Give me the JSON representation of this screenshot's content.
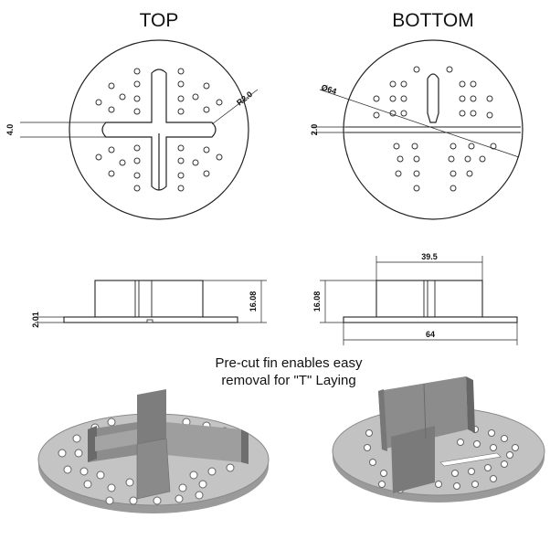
{
  "labels": {
    "top": "TOP",
    "bottom": "BOTTOM",
    "caption_line1": "Pre-cut fin enables easy",
    "caption_line2": "removal for \"T\" Laying"
  },
  "dimensions": {
    "top_radius": "R2.0",
    "top_thickness": "4.0",
    "bottom_diameter": "Ø64",
    "bottom_thickness": "2.0",
    "side_base": "2.01",
    "side_height_left": "16.08",
    "side_height_right": "16.08",
    "fin_width": "39.5",
    "base_width": "64"
  },
  "colors": {
    "line": "#222222",
    "render_face": "#8a8a8a",
    "render_dark": "#555555",
    "render_base": "#bdbdbd"
  }
}
